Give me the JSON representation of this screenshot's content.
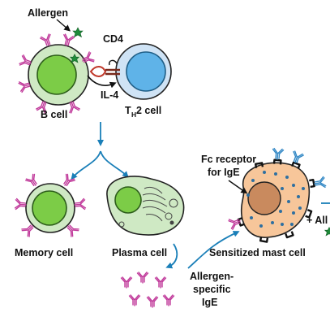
{
  "labels": {
    "allergen": "Allergen",
    "cd4": "CD4",
    "b_cell": "B cell",
    "il4": "IL-4",
    "th2_main": "T",
    "th2_sub": "H",
    "th2_rest": "2 cell",
    "fc_line1": "Fc receptor",
    "fc_line2": "for IgE",
    "memory_cell": "Memory cell",
    "plasma_cell": "Plasma cell",
    "sensitized_mast_cell": "Sensitized mast cell",
    "plus_all": "+ All",
    "ige_line1": "Allergen-",
    "ige_line2": "specific",
    "ige_line3": "IgE"
  },
  "colors": {
    "b_cell_membrane": "#cfe9c4",
    "b_cell_nucleus": "#7ccc47",
    "th2_membrane": "#cfe3f5",
    "th2_nucleus": "#5fb3e8",
    "mast_cell": "#f7c69a",
    "mast_nucleus": "#c98a5e",
    "granule": "#2e6fa0",
    "antibody_bcr": "#c0399a",
    "antibody_ige": "#2f86c4",
    "arrow": "#1a7fb8",
    "allergen": "#1f8b3a"
  }
}
